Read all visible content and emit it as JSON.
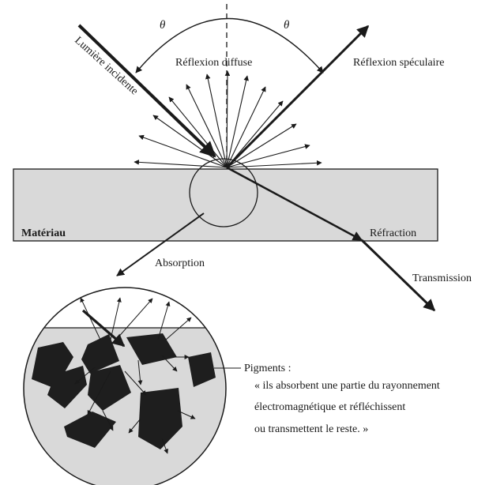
{
  "labels": {
    "theta_left": "θ",
    "theta_right": "θ",
    "incident": "Lumière incidente",
    "diffuse": "Réflexion diffuse",
    "specular": "Réflexion spéculaire",
    "material": "Matériau",
    "refraction": "Réfraction",
    "absorption": "Absorption",
    "transmission": "Transmission",
    "pigments": "Pigments :"
  },
  "pigment_note": [
    "« ils absorbent une partie du rayonnement",
    "électromagnétique et réfléchissent",
    "ou transmettent le reste. »"
  ],
  "colors": {
    "ink": "#1a1a1a",
    "material_fill": "#d9d9d9",
    "pigment_fill": "#1e1e1e"
  }
}
